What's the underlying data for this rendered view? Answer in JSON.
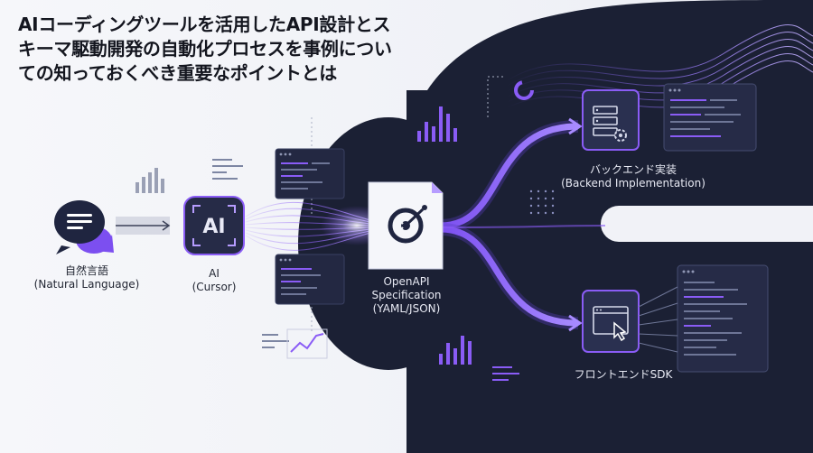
{
  "title": "AIコーディングツールを活用したAPI設計とスキーマ駆動開発の自動化プロセスを事例についての知っておくべき重要なポイントとは",
  "nodes": {
    "natural_language": {
      "line1": "自然言語",
      "line2": "(Natural Language)"
    },
    "ai": {
      "badge": "AI",
      "line1": "AI",
      "line2": "(Cursor)"
    },
    "openapi": {
      "line1": "OpenAPI",
      "line2": "Specification",
      "line3": "(YAML/JSON)"
    },
    "backend": {
      "line1": "バックエンド実装",
      "line2": "(Backend Implementation)"
    },
    "frontend": {
      "line1": "フロントエンドSDK"
    }
  },
  "colors": {
    "dark_bg": "#1c2136",
    "panel": "#2a3050",
    "accent": "#8a5cf6",
    "accent_light": "#b69cff",
    "ink": "#14161f"
  }
}
